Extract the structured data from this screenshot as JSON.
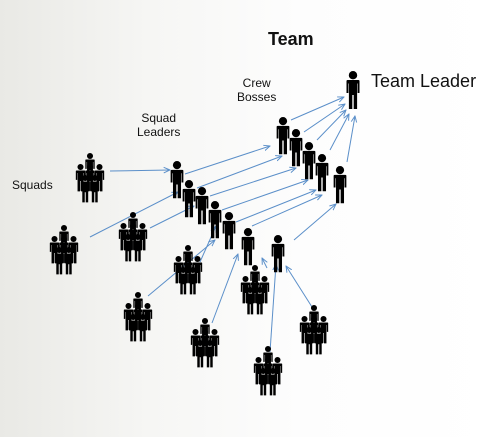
{
  "diagram": {
    "title": "Team",
    "labels": {
      "team_leader": "Team Leader",
      "crew_bosses_line1": "Crew",
      "crew_bosses_line2": "Bosses",
      "squad_leaders_line1": "Squad",
      "squad_leaders_line2": "Leaders",
      "squads": "Squads"
    },
    "colors": {
      "figure": "#000000",
      "arrow": "#5b8fc9",
      "text": "#111111"
    },
    "icons": {
      "person": "person-icon",
      "group": "squad-group-icon"
    }
  }
}
